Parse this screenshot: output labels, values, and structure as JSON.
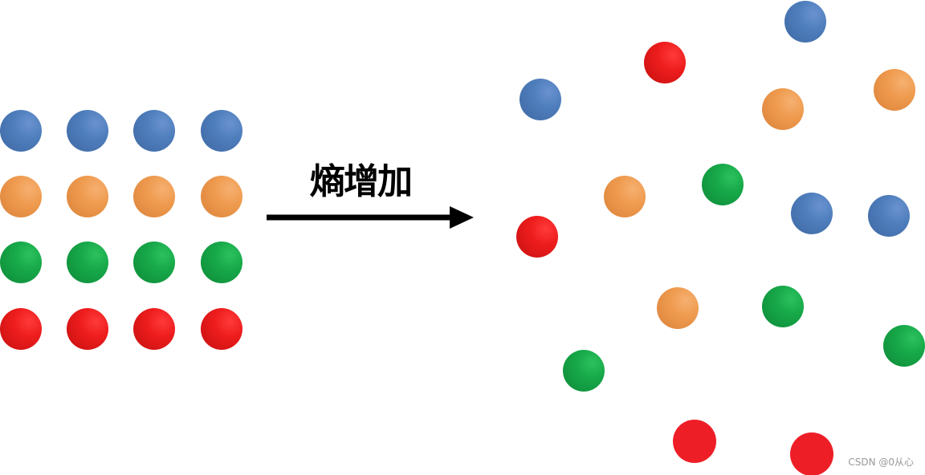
{
  "diagram": {
    "arrow_label": "熵增加",
    "ordered_grid": {
      "rows": [
        {
          "color": "blue"
        },
        {
          "color": "orange"
        },
        {
          "color": "green"
        },
        {
          "color": "red"
        }
      ],
      "columns": 4
    },
    "disordered_balls": [
      {
        "color": "blue"
      },
      {
        "color": "red"
      },
      {
        "color": "blue"
      },
      {
        "color": "orange"
      },
      {
        "color": "orange"
      },
      {
        "color": "green"
      },
      {
        "color": "orange"
      },
      {
        "color": "red"
      },
      {
        "color": "blue"
      },
      {
        "color": "blue"
      },
      {
        "color": "orange"
      },
      {
        "color": "green"
      },
      {
        "color": "green"
      },
      {
        "color": "green"
      },
      {
        "color": "red"
      },
      {
        "color": "red"
      }
    ]
  },
  "colors": {
    "blue": "#4f7ebd",
    "orange": "#ef9b4f",
    "green": "#17a849",
    "red": "#ee1d1d",
    "arrow": "#000000",
    "background": "#ffffff"
  },
  "watermark": "CSDN @0从心"
}
